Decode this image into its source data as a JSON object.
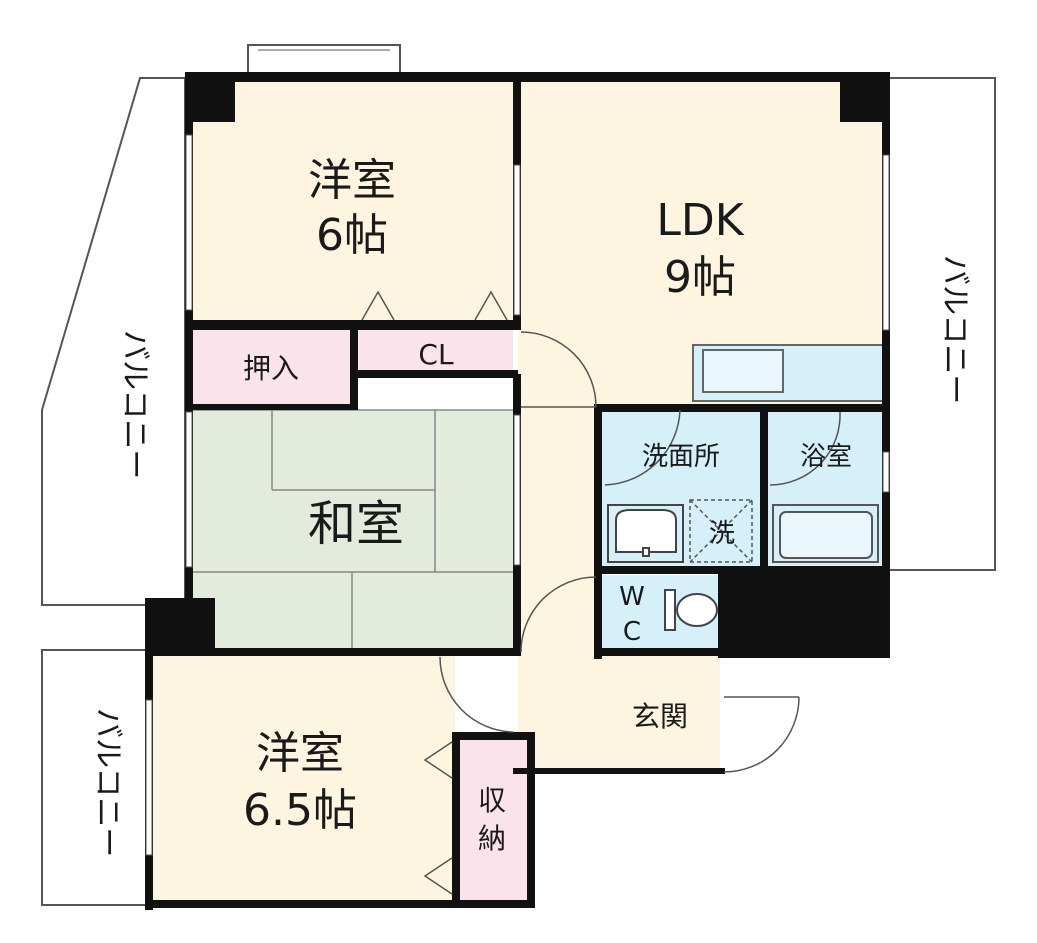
{
  "rooms": {
    "western_top": {
      "name": "洋室",
      "size": "6帖"
    },
    "ldk": {
      "name": "LDK",
      "size": "9帖"
    },
    "closet_oshiire": {
      "name": "押入"
    },
    "closet_cl": {
      "name": "CL"
    },
    "washitsu": {
      "name": "和室"
    },
    "washroom": {
      "name": "洗面所"
    },
    "bathroom": {
      "name": "浴室"
    },
    "washer": {
      "name": "洗"
    },
    "wc": {
      "line1": "W",
      "line2": "C"
    },
    "entrance": {
      "name": "玄関"
    },
    "western_bottom": {
      "name": "洋室",
      "size": "6.5帖"
    },
    "storage": {
      "line1": "収",
      "line2": "納"
    }
  },
  "balconies": {
    "left": "バルコニー",
    "right": "バルコニー",
    "bottom_left": "バルコニー"
  },
  "colors": {
    "western_floor": "#fdf5e0",
    "tatami": "#e3ebdd",
    "closet": "#fbe3ec",
    "wet_area": "#d6f0f9",
    "wall": "#111111"
  }
}
